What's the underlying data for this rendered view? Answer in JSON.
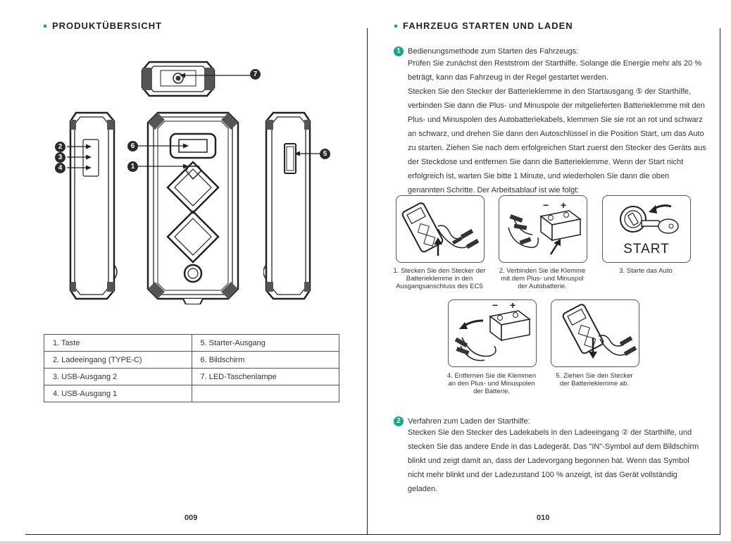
{
  "left_page": {
    "header": "PRODUKTÜBERSICHT",
    "callouts": {
      "c1": "1",
      "c2": "2",
      "c3": "3",
      "c4": "4",
      "c5": "5",
      "c6": "6",
      "c7": "7"
    },
    "legend": [
      [
        "1. Taste",
        "5. Starter-Ausgang"
      ],
      [
        "2. Ladeeingang (TYPE-C)",
        "6. Bildschirm"
      ],
      [
        "3. USB-Ausgang 2",
        "7. LED-Taschenlampe"
      ],
      [
        "4. USB-Ausgang 1",
        ""
      ]
    ],
    "page_number": "009"
  },
  "right_page": {
    "header": "FAHRZEUG STARTEN UND LADEN",
    "section1": {
      "number": "1",
      "title": "Bedienungsmethode zum Starten des Fahrzeugs:",
      "lines": [
        "Prüfen Sie zunächst den Reststrom der Starthilfe. Solange die Energie mehr als 20 %",
        "beträgt, kann das Fahrzeug in der Regel gestartet werden.",
        "Stecken Sie den Stecker der Batterieklemme in den Startausgang ⑤ der Starthilfe,",
        "verbinden Sie dann die Plus- und Minuspole der mitgelieferten Batterieklemme mit den",
        "Plus- und Minuspolen des Autobatteriekabels, klemmen Sie sie rot an rot und schwarz",
        "an schwarz, und drehen Sie dann den Autoschlüssel in die Position Start, um das Auto",
        "zu starten. Ziehen Sie nach dem erfolgreichen Start zuerst den Stecker des Geräts aus",
        "der Steckdose und entfernen Sie dann die Batterieklemme. Wenn der Start nicht",
        "erfolgreich ist, warten Sie bitte 1 Minute, und wiederholen Sie dann die oben",
        "genannten Schritte. Der Arbeitsablauf ist wie folgt:"
      ]
    },
    "steps": [
      {
        "caption": [
          "1. Stecken Sie den Stecker der",
          "Batterieklemme in den",
          "Ausgangsanschluss des EC5"
        ]
      },
      {
        "caption": [
          "2. Verbinden Sie die Klemme",
          "mit dem Plus- und Minuspol",
          "der Autobatterie."
        ]
      },
      {
        "caption": [
          "3. Starte das Auto"
        ],
        "label": "START"
      },
      {
        "caption": [
          "4. Entfernen Sie die Klemmen",
          "an den Plus- und Minuspolen",
          "der Batterie."
        ]
      },
      {
        "caption": [
          "5. Ziehen Sie den Stecker",
          "der Batterieklemme ab."
        ]
      }
    ],
    "battery_signs": {
      "minus": "−",
      "plus": "+"
    },
    "section2": {
      "number": "2",
      "title": "Verfahren zum Laden der Starthilfe:",
      "lines": [
        "Stecken Sie den Stecker des Ladekabels in den Ladeeingang ② der Starthilfe, und",
        "stecken Sie das andere Ende in das Ladegerät. Das \"IN\"-Symbol auf dem Bildschirm",
        "blinkt und zeigt damit an, dass der Ladevorgang begonnen hat. Wenn das Symbol",
        "nicht mehr blinkt und der Ladezustand 100 % anzeigt, ist das Gerät vollständig",
        "geladen."
      ]
    },
    "page_number": "010"
  },
  "colors": {
    "accent": "#14a98b",
    "ink": "#333333",
    "line": "#555555"
  }
}
